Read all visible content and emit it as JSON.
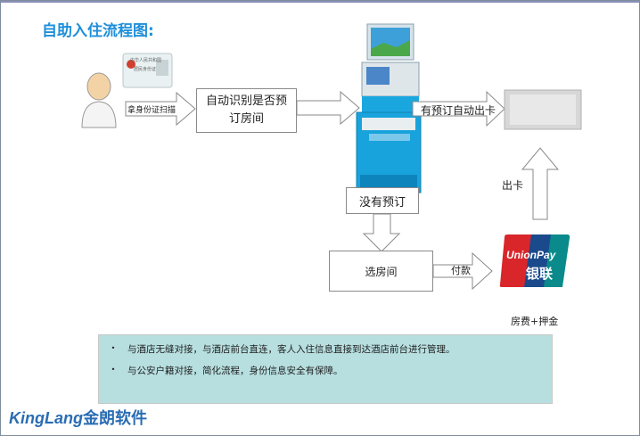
{
  "slide": {
    "title": "自助入住流程图:",
    "id_card_text_1": "中华人民共和国",
    "id_card_text_2": "居民身份证",
    "scan_label": "拿身份证扫描",
    "auto_identify": "自动识别是否预订房间",
    "reserved_card": "有预订自动出卡",
    "no_reservation": "没有预订",
    "select_room": "选房间",
    "payment": "付款",
    "dispense_card": "出卡",
    "fee_deposit": "房费+押金",
    "unionpay_en": "UnionPay",
    "unionpay_cn": "银联"
  },
  "info": {
    "bullets": [
      "与酒店无缝对接，与酒店前台直连，客人入住信息直接到达酒店前台进行管理。",
      "与公安户籍对接，简化流程，身份信息安全有保障。"
    ]
  },
  "brand": {
    "name_en": "KingLang",
    "name_cn": "金朗软件"
  }
}
